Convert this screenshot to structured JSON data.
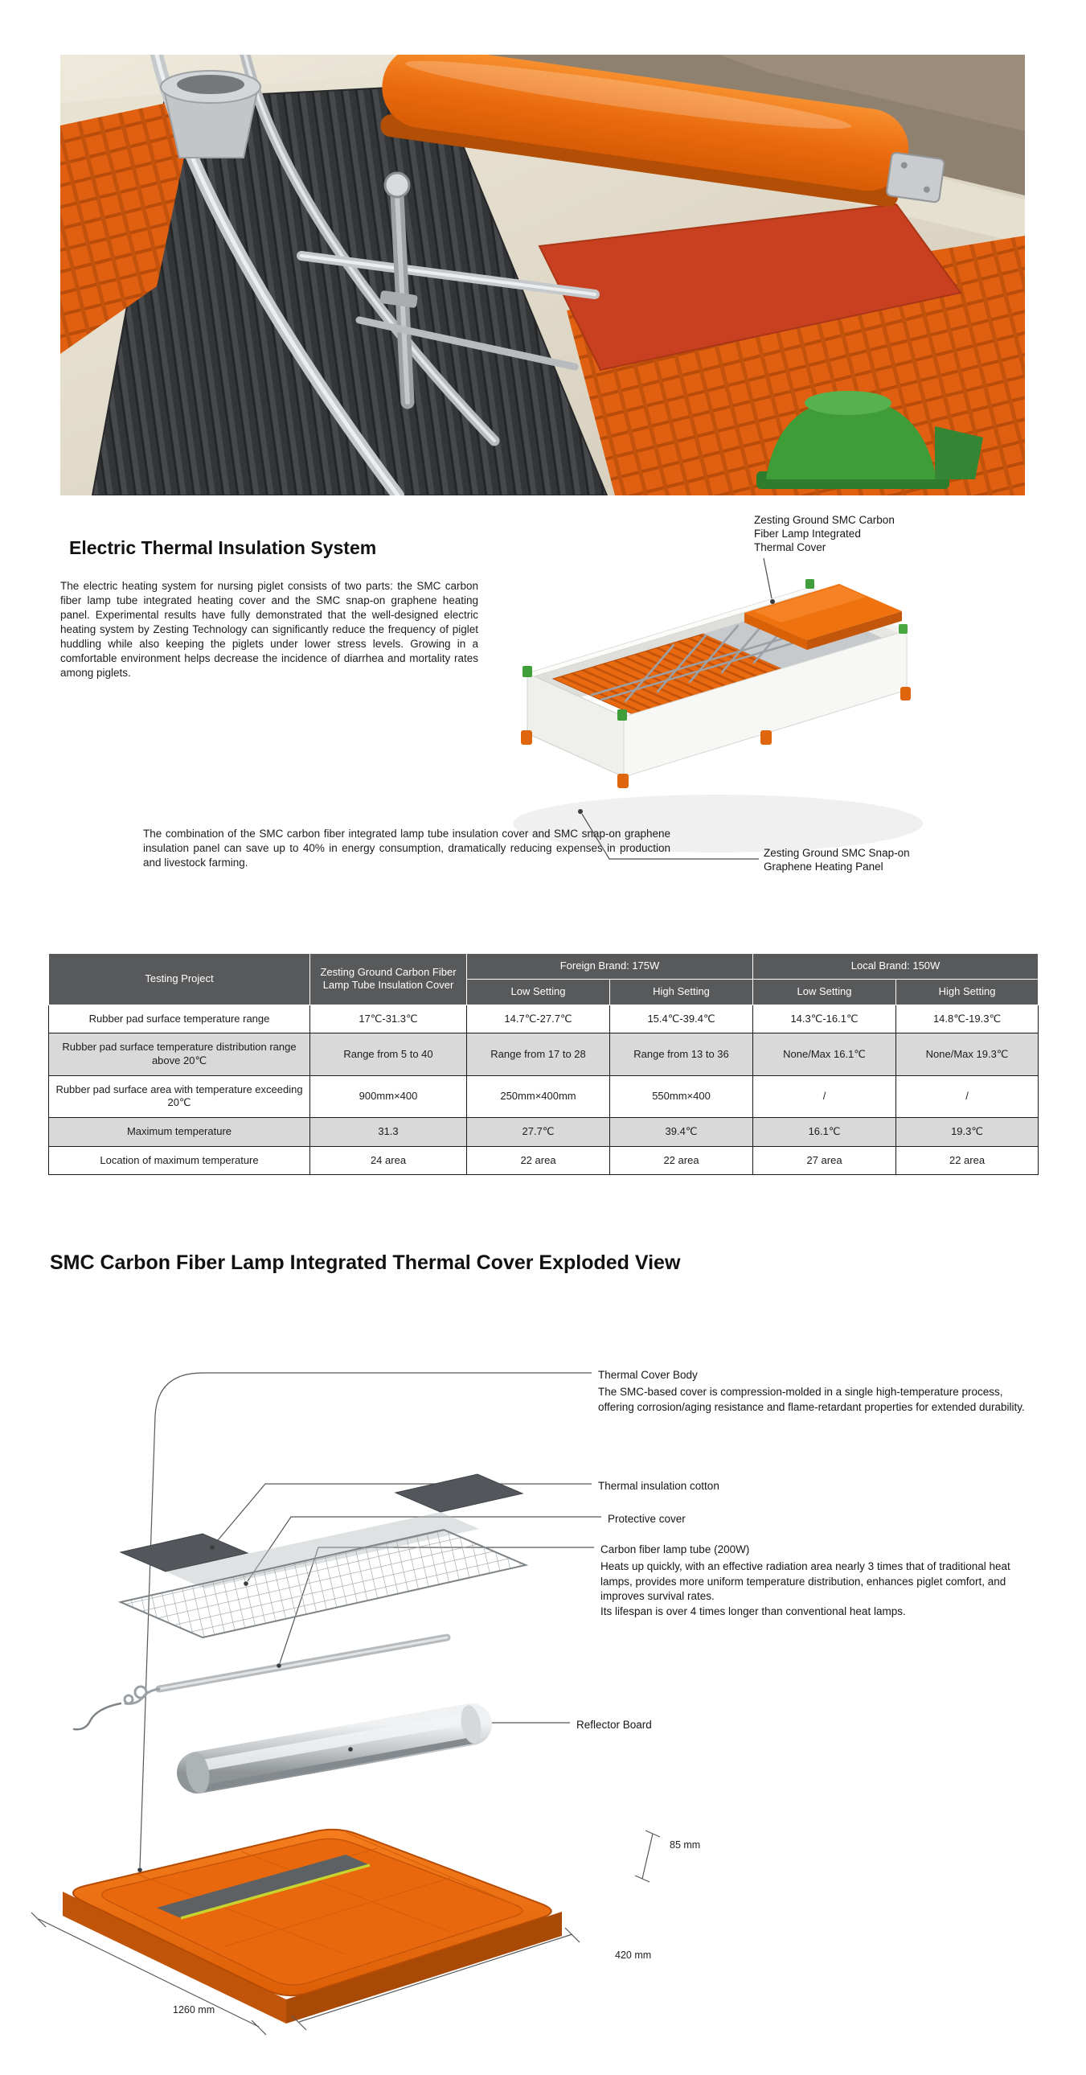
{
  "colors": {
    "accent_orange": "#e8650d",
    "table_header_gray": "#58595b",
    "table_alt_row": "#d9d9d9",
    "feeder_green": "#3f9d3a"
  },
  "intro": {
    "title": "Electric Thermal Insulation System",
    "body": "The electric heating system for nursing piglet consists of two parts: the SMC carbon fiber lamp tube integrated heating cover and the SMC snap-on graphene heating panel. Experimental results have fully demonstrated that the well-designed electric heating system by Zesting Technology can significantly reduce the frequency of piglet huddling while also keeping the piglets under lower stress levels. Growing in a comfortable environment helps decrease the incidence of diarrhea and mortality rates among piglets.",
    "body2": "The combination of the SMC carbon fiber integrated lamp tube insulation cover and SMC snap-on graphene insulation panel can save up to 40% in energy consumption, dramatically reducing expenses in production and livestock farming."
  },
  "render_annotations": {
    "cover": "Zesting Ground SMC Carbon Fiber Lamp Integrated Thermal Cover",
    "panel": "Zesting Ground SMC Snap-on Graphene Heating Panel"
  },
  "table": {
    "header": {
      "project": "Testing Project",
      "zesting": "Zesting Ground Carbon Fiber Lamp Tube Insulation Cover",
      "foreign": "Foreign Brand: 175W",
      "local": "Local Brand: 150W",
      "low_setting": "Low Setting",
      "high_setting": "High Setting"
    },
    "rows": [
      {
        "cells": [
          "Rubber pad surface temperature range",
          "17℃-31.3℃",
          "14.7℃-27.7℃",
          "15.4℃-39.4℃",
          "14.3℃-16.1℃",
          "14.8℃-19.3℃"
        ]
      },
      {
        "cells": [
          "Rubber pad surface temperature distribution range above 20℃",
          "Range from 5 to 40",
          "Range from 17 to 28",
          "Range from 13 to 36",
          "None/Max 16.1℃",
          "None/Max 19.3℃"
        ]
      },
      {
        "cells": [
          "Rubber pad surface area with temperature exceeding 20℃",
          "900mm×400",
          "250mm×400mm",
          "550mm×400",
          "/",
          "/"
        ]
      },
      {
        "cells": [
          "Maximum temperature",
          "31.3",
          "27.7℃",
          "39.4℃",
          "16.1℃",
          "19.3℃"
        ]
      },
      {
        "cells": [
          "Location of maximum temperature",
          "24 area",
          "22 area",
          "22 area",
          "27 area",
          "22 area"
        ]
      }
    ]
  },
  "exploded": {
    "title": "SMC Carbon Fiber Lamp Integrated Thermal Cover Exploded View",
    "labels": {
      "cover_title": "Thermal Cover Body",
      "cover_desc": "The SMC-based cover is compression-molded in a single high-temperature process, offering corrosion/aging resistance and flame-retardant properties for extended durability.",
      "cotton": "Thermal insulation cotton",
      "protective": "Protective cover",
      "lamp_title": "Carbon fiber lamp tube (200W)",
      "lamp_desc": "Heats up quickly, with an effective radiation area nearly 3 times that of traditional heat lamps, provides more uniform temperature distribution, enhances piglet comfort, and improves survival rates.\nIts lifespan is over 4 times longer than conventional heat lamps.",
      "reflector": "Reflector Board"
    },
    "dimensions": {
      "height": "85 mm",
      "length": "1260 mm",
      "width": "420 mm"
    }
  }
}
